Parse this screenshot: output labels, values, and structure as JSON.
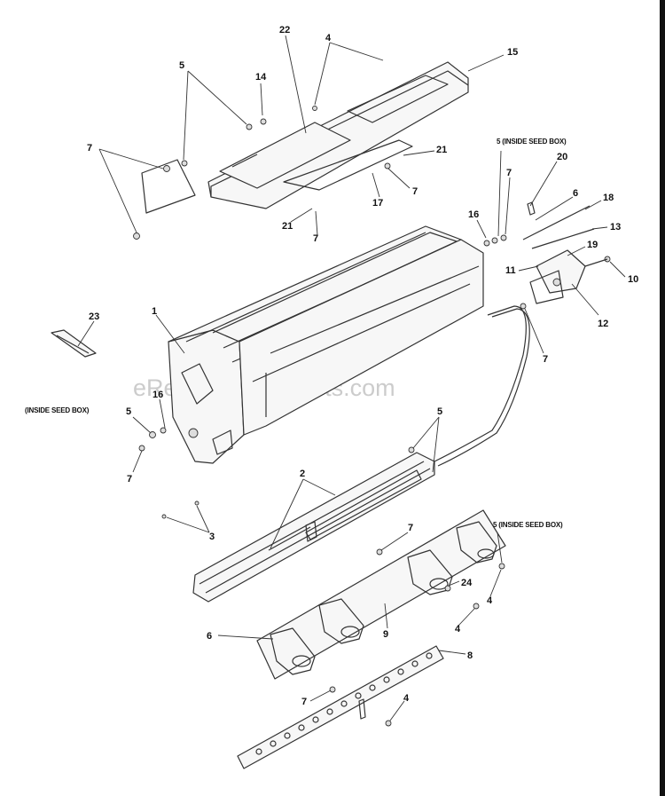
{
  "watermark": "eReplacementParts.com",
  "notes": {
    "inside_seed_box": "(INSIDE SEED BOX)",
    "inside_seed_box_5": "5 (INSIDE SEED BOX)"
  },
  "callouts": {
    "c1": "1",
    "c2": "2",
    "c3": "3",
    "c4a": "4",
    "c4b": "4",
    "c4c": "4",
    "c4d": "4",
    "c5a": "5",
    "c5b": "5",
    "c5c": "5",
    "c5d": "5",
    "c6": "6",
    "c7a": "7",
    "c7b": "7",
    "c7c": "7",
    "c7d": "7",
    "c7e": "7",
    "c7f": "7",
    "c7g": "7",
    "c7h": "7",
    "c8": "8",
    "c9": "9",
    "c10": "10",
    "c11": "11",
    "c12": "12",
    "c13": "13",
    "c14": "14",
    "c15": "15",
    "c16a": "16",
    "c16b": "16",
    "c17": "17",
    "c18": "18",
    "c19": "19",
    "c20": "20",
    "c21a": "21",
    "c21b": "21",
    "c22": "22",
    "c23": "23",
    "c24": "24"
  }
}
